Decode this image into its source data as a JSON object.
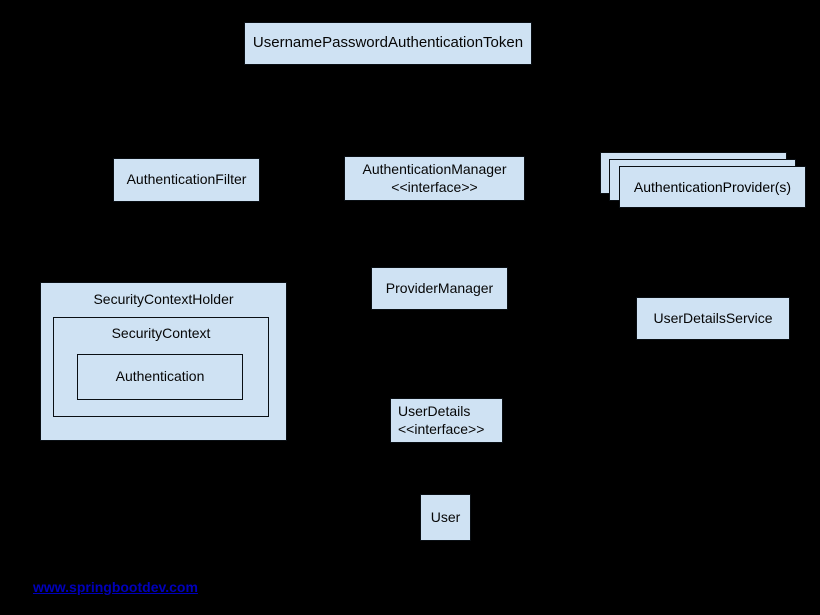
{
  "canvas": {
    "background_color": "#000000",
    "box_fill_color": "#cfe2f3",
    "box_border_color": "#000000",
    "box_text_color": "#000000"
  },
  "nodes": {
    "token": {
      "label": "UsernamePasswordAuthenticationToken"
    },
    "filter": {
      "label": "AuthenticationFilter"
    },
    "auth_manager": {
      "label": "AuthenticationManager",
      "stereotype": "<<interface>>"
    },
    "providers": {
      "label": "AuthenticationProvider(s)"
    },
    "provider_manager": {
      "label": "ProviderManager"
    },
    "user_details_service": {
      "label": "UserDetailsService"
    },
    "security_context_holder": {
      "label": "SecurityContextHolder"
    },
    "security_context": {
      "label": "SecurityContext"
    },
    "authentication": {
      "label": "Authentication"
    },
    "user_details": {
      "label": "UserDetails",
      "stereotype": "<<interface>>"
    },
    "user": {
      "label": "User"
    }
  },
  "footer": {
    "link_text": "www.springbootdev.com",
    "link_color": "#0000bb"
  }
}
